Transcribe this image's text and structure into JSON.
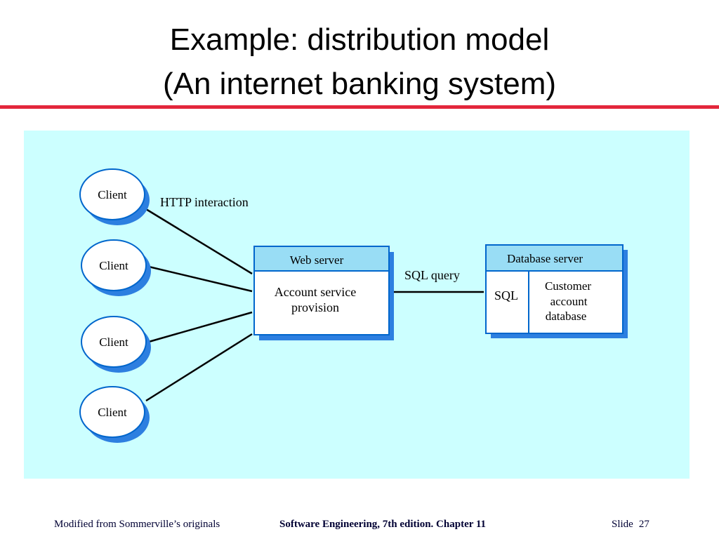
{
  "slide": {
    "title_line1": "Example: distribution model",
    "title_line2": "(An internet banking system)",
    "accent_color": "#e3263b"
  },
  "diagram": {
    "background_color": "#ccffff",
    "box_border_color": "#0066cc",
    "box_header_color": "#99ddf5",
    "shadow_color": "#2d7fe0",
    "clients": [
      {
        "label": "Client"
      },
      {
        "label": "Client"
      },
      {
        "label": "Client"
      },
      {
        "label": "Client"
      }
    ],
    "http_label": "HTTP interaction",
    "web_server": {
      "header": "Web server",
      "body_line1": "Account service",
      "body_line2": "provision"
    },
    "sql_query_label": "SQL query",
    "database_server": {
      "header": "Database server",
      "left_cell": "SQL",
      "right_line1": "Customer",
      "right_line2": "account",
      "right_line3": "database"
    }
  },
  "footer": {
    "left": "Modified from Sommerville’s originals",
    "center": "Software Engineering, 7th edition. Chapter 11",
    "slide_label": "Slide",
    "slide_number": "27"
  }
}
